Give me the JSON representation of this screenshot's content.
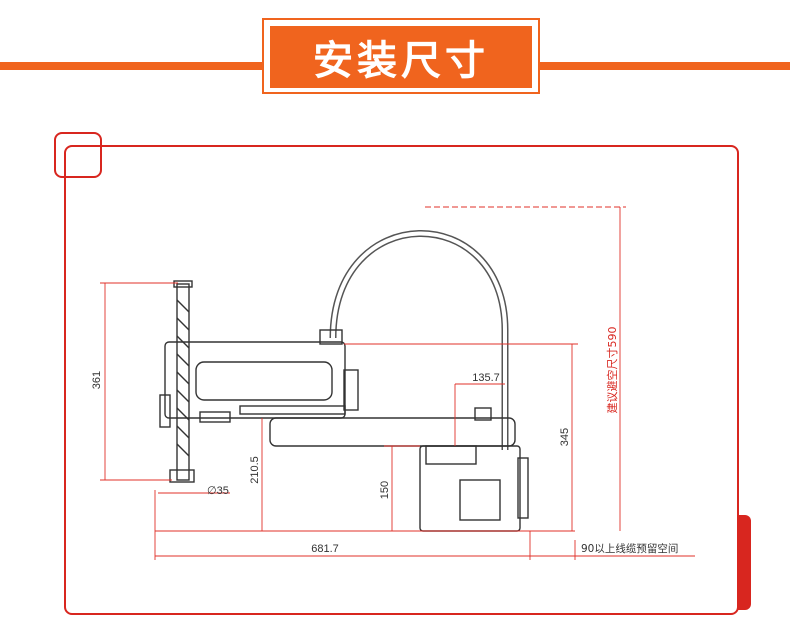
{
  "header": {
    "title": "安装尺寸"
  },
  "colors": {
    "accent": "#f0641e",
    "frame": "#d8261f",
    "line": "#333333",
    "dim_red": "#e0302a"
  },
  "dimensions": {
    "height_361": "361",
    "diameter_35": "∅35",
    "height_210_5": "210.5",
    "height_150": "150",
    "width_681_7": "681.7",
    "width_135_7": "135.7",
    "height_345": "345",
    "suggested_590": "建议避空尺寸590",
    "cable_space_90": "90以上线缆预留空间"
  }
}
